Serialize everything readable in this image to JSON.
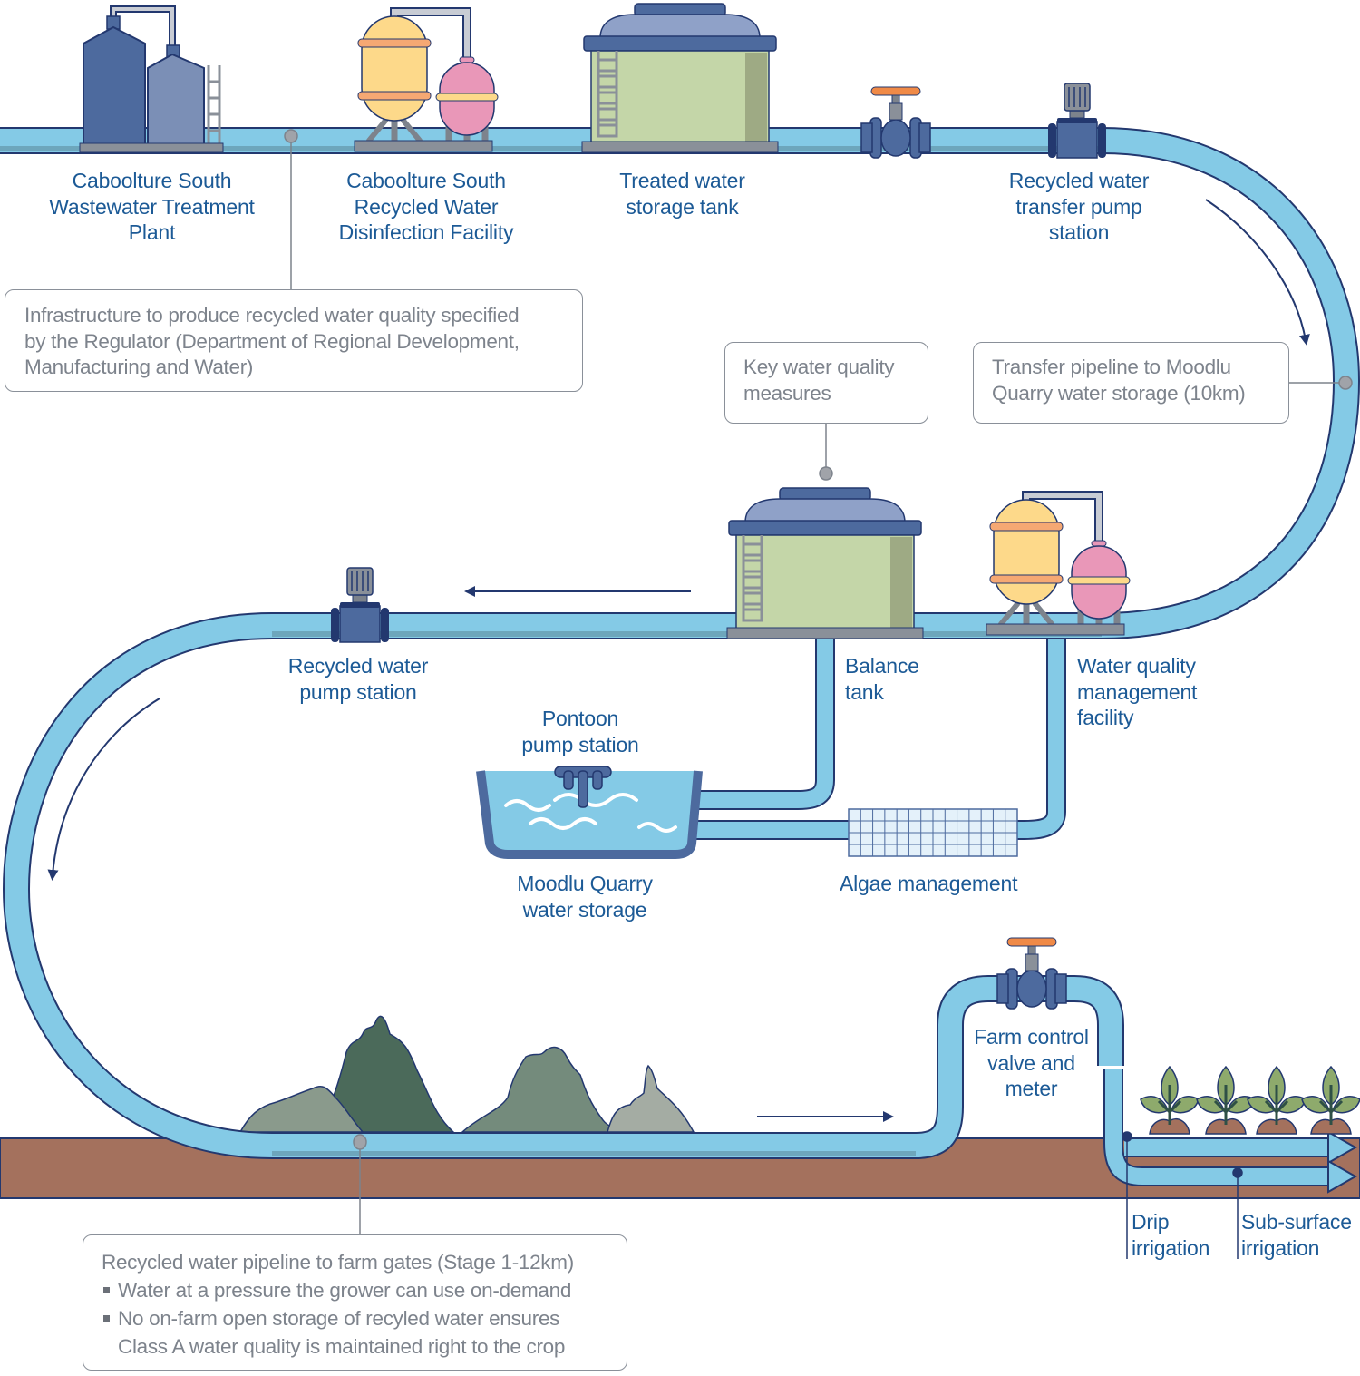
{
  "diagram": {
    "title": "Recycled water scheme – from treatment plant to crop",
    "colors": {
      "label_text": "#1c5a96",
      "note_text": "#7d838c",
      "note_border": "#8a9099",
      "pipe_fill": "#84cae6",
      "pipe_shadow": "#6da6bc",
      "pipe_outline": "#23386f",
      "equipment_blue": "#4d6a9e",
      "soil": "#a4715d",
      "valve_handle": "#f08a47",
      "tank_green": "#c4d6a8",
      "vessel_yellow": "#fdd98a",
      "vessel_pink": "#e997b8",
      "plant_green": "#8eaa6c",
      "hill_dark": "#4b6a5a",
      "hill_mid": "#748b7c",
      "hill_light": "#8a9a8c",
      "hill_pale": "#a4aca3"
    },
    "labels": {
      "wwtp": [
        "Caboolture South",
        "Wastewater Treatment",
        "Plant"
      ],
      "disinfection": [
        "Caboolture South",
        "Recycled Water",
        "Disinfection Facility"
      ],
      "treated_tank": [
        "Treated water",
        "storage tank"
      ],
      "transfer_pump": [
        "Recycled water",
        "transfer pump",
        "station"
      ],
      "recycled_pump": [
        "Recycled water",
        "pump station"
      ],
      "balance_tank": [
        "Balance",
        "tank"
      ],
      "wq_facility": [
        "Water quality",
        "management",
        "facility"
      ],
      "pontoon": [
        "Pontoon",
        "pump station"
      ],
      "quarry_storage": [
        "Moodlu Quarry",
        "water storage"
      ],
      "algae": [
        "Algae management"
      ],
      "farm_valve": [
        "Farm control",
        "valve and",
        "meter"
      ],
      "drip": [
        "Drip",
        "irrigation"
      ],
      "subsurface": [
        "Sub-surface",
        "irrigation"
      ]
    },
    "notes": {
      "infrastructure": [
        "Infrastructure to produce recycled water quality specified",
        "by the Regulator (Department of Regional Development,",
        "Manufacturing and Water)"
      ],
      "key_measures": [
        "Key water quality",
        "measures"
      ],
      "transfer_pipeline": [
        "Transfer pipeline to Moodlu",
        "Quarry water storage (10km)"
      ],
      "farm_pipeline": {
        "heading": "Recycled water pipeline to farm gates (Stage 1-12km)",
        "bullets": [
          [
            "Water at a pressure the grower can use on-demand"
          ],
          [
            "No on-farm open storage of recyled water ensures",
            "Class A water quality is maintained right to the crop"
          ]
        ]
      }
    }
  }
}
